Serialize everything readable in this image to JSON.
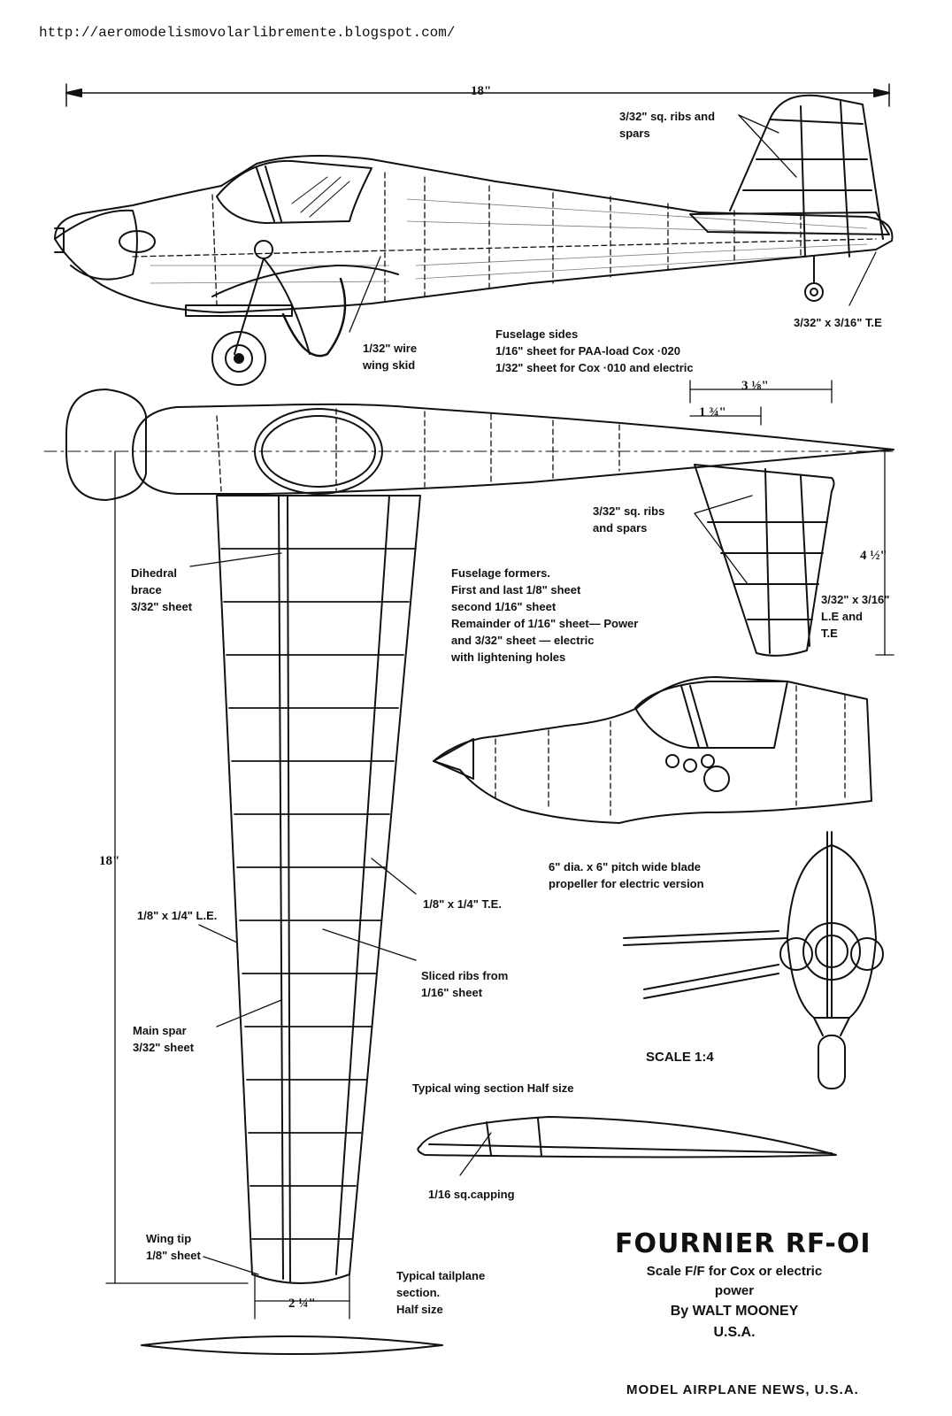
{
  "source_url": "http://aeromodelismovolarlibremente.blogspot.com/",
  "title": "FOURNIER RF-OI",
  "subtitle_line1": "Scale F/F for Cox or electric",
  "subtitle_line2": "power",
  "author": "By WALT MOONEY",
  "country": "U.S.A.",
  "publisher": "MODEL AIRPLANE NEWS, U.S.A.",
  "scale": "SCALE 1:4",
  "dimensions": {
    "fuselage_length": "18\"",
    "wing_span_half": "18\"",
    "tail_span": "3 ⅛\"",
    "tail_root_offset": "1 ¾\"",
    "tail_height": "4 ½\"",
    "tip_chord": "2 ¼\""
  },
  "labels": {
    "fin_ribs": [
      "3/32\" sq. ribs and",
      "spars"
    ],
    "fin_te": "3/32\" x 3/16\" T.E",
    "wire_skid": [
      "1/32\" wire",
      "wing skid"
    ],
    "fuselage_sides": [
      "Fuselage sides",
      "1/16\" sheet for PAA-load Cox ·020",
      "1/32\" sheet for Cox ·010 and electric"
    ],
    "dihedral_brace": [
      "Dihedral",
      "brace",
      "3/32\" sheet"
    ],
    "stab_ribs": [
      "3/32\" sq. ribs",
      "and spars"
    ],
    "fuselage_formers": [
      "Fuselage formers.",
      "First and last 1/8\" sheet",
      "second 1/16\" sheet",
      "Remainder of 1/16\" sheet— Power",
      "and 3/32\" sheet — electric",
      "with lightening holes"
    ],
    "stab_le_te": [
      "3/32\" x 3/16\"",
      "L.E and",
      "T.E"
    ],
    "propeller": [
      "6\" dia. x 6\" pitch wide blade",
      "propeller for electric version"
    ],
    "wing_te": "1/8\" x 1/4\" T.E.",
    "wing_le": "1/8\" x 1/4\" L.E.",
    "sliced_ribs": [
      "Sliced ribs from",
      "1/16\" sheet"
    ],
    "main_spar": [
      "Main spar",
      "3/32\" sheet"
    ],
    "wing_section": "Typical wing section Half size",
    "capping": "1/16 sq.capping",
    "wing_tip": [
      "Wing tip",
      "1/8\" sheet"
    ],
    "tailplane_section": [
      "Typical tailplane",
      "section.",
      "Half size"
    ]
  }
}
